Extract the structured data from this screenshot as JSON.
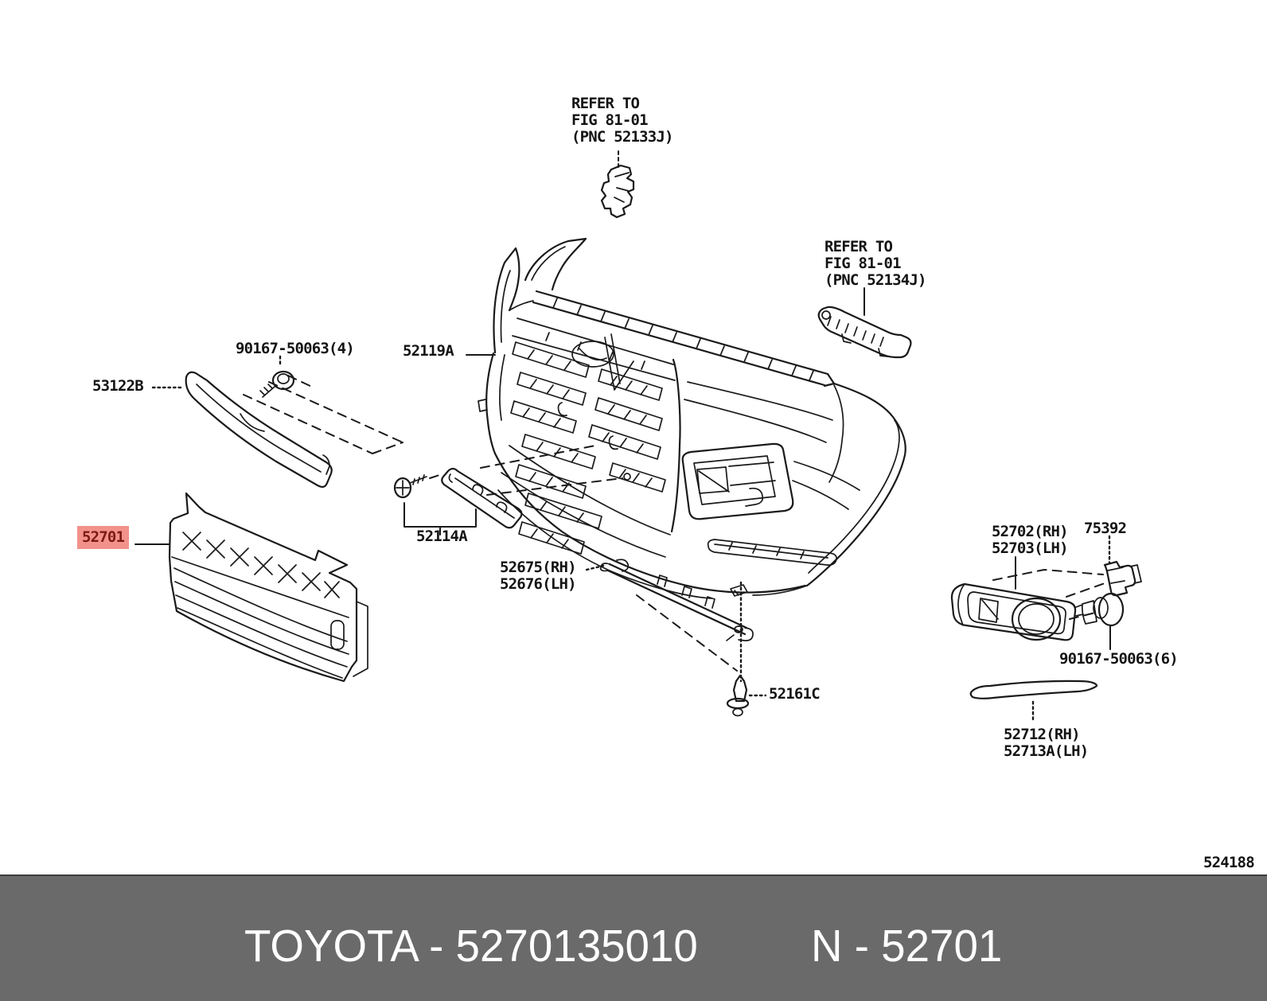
{
  "page": {
    "background": "#ffffff"
  },
  "diagram_number": "524188",
  "callouts": {
    "refer_top": "REFER TO\nFIG 81-01\n(PNC 52133J)",
    "refer_right": "REFER TO\nFIG 81-01\n(PNC 52134J)",
    "bolt_top": "90167-50063(4)",
    "grille_trim": "53122B",
    "bumper_cover": "52119A",
    "grille": "52701",
    "license_bracket": "52114A",
    "retainer": "52675(RH)\n52676(LH)",
    "clip": "52161C",
    "fog_cover": "52702(RH)\n52703(LH)",
    "fog_clip": "75392",
    "bolt_right": "90167-50063(6)",
    "moulding": "52712(RH)\n52713A(LH)"
  },
  "highlight": {
    "background": "#f2928a",
    "text_color": "#7a1b14",
    "selected_part": "52701"
  },
  "footer": {
    "part_code": "TOYOTA - 5270135010",
    "ref_code": "N - 52701",
    "bar_color": "#6a6a6a",
    "text_color": "#ffffff"
  }
}
